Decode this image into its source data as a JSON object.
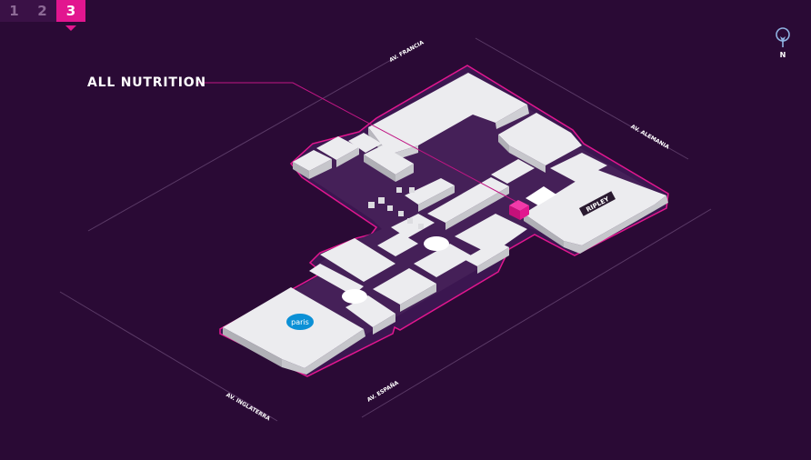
{
  "floors": {
    "tabs": [
      {
        "label": "1"
      },
      {
        "label": "2"
      },
      {
        "label": "3"
      }
    ],
    "active_index": 2
  },
  "selected_store": {
    "label": "ALL NUTRITION"
  },
  "streets": {
    "francia": "AV. FRANCIA",
    "alemania": "AV. ALEMANIA",
    "inglaterra": "AV. INGLATERRA",
    "espana": "AV. ESPAÑA"
  },
  "compass": {
    "label": "N"
  },
  "anchors": {
    "left_logo": "paris",
    "right_logo": "RIPLEY"
  },
  "colors": {
    "background": "#2a0a35",
    "accent": "#e2168f",
    "building": "#e9e9ec",
    "outline": "#e2168f",
    "tab_inactive": "#3a1146"
  }
}
